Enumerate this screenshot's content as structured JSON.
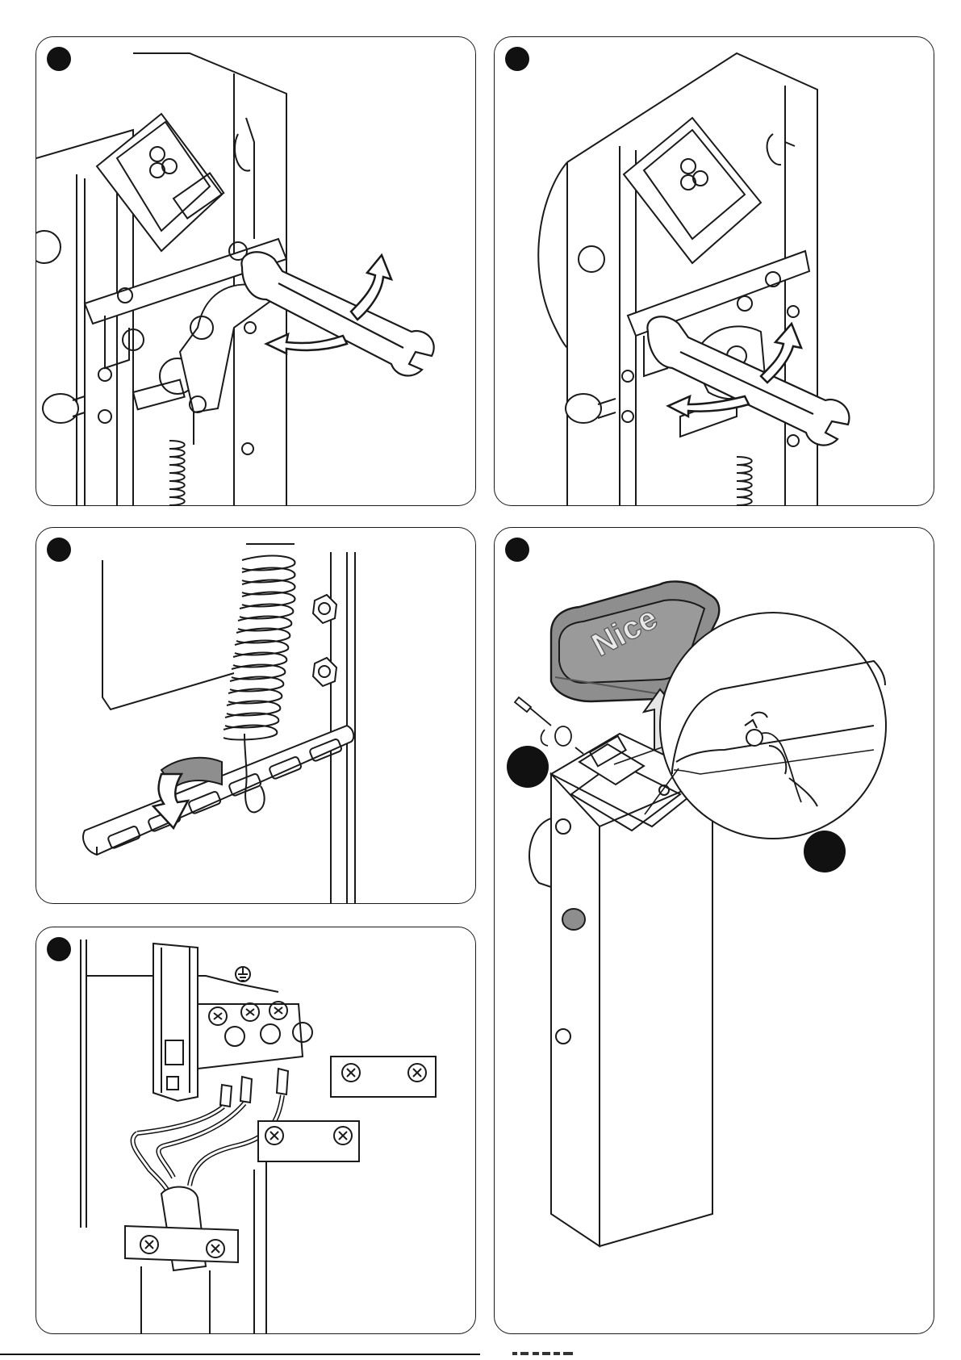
{
  "brand": {
    "logo_text": "Nice"
  },
  "panels": [
    {
      "id": "p1",
      "depicts": "wrench-loosen-nut-top"
    },
    {
      "id": "p2",
      "depicts": "wrench-tighten-nut-side"
    },
    {
      "id": "p3",
      "depicts": "spring-hook-into-slot"
    },
    {
      "id": "p4",
      "depicts": "cover-removal"
    },
    {
      "id": "p5",
      "depicts": "terminal-block-wiring"
    }
  ],
  "icons": {
    "ground": "ground-symbol-icon",
    "rotate": "rotate-arrow-icon",
    "lift": "lift-arrow-icon",
    "push": "push-down-arrow-icon"
  },
  "colors": {
    "line": "#1a1a1a",
    "tint": "#d9d9d9",
    "dark_fill": "#8e8e8e"
  }
}
